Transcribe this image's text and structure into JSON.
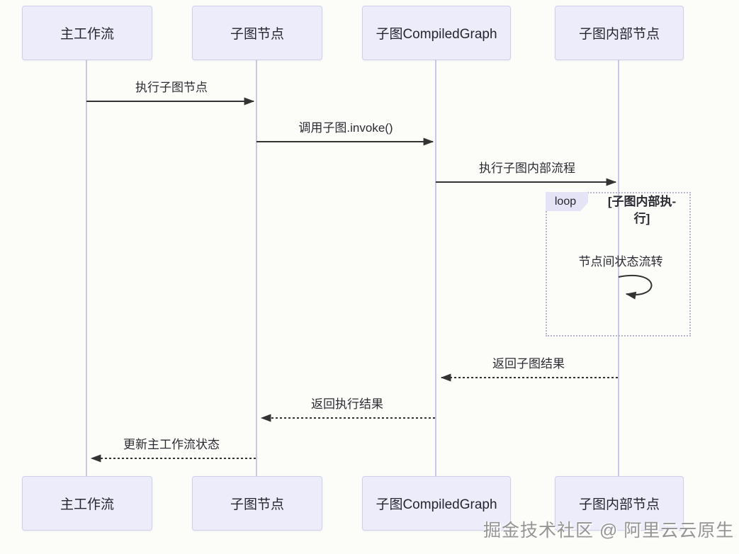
{
  "diagram": {
    "type": "sequence",
    "actors": [
      {
        "id": "main-workflow",
        "name": "主工作流"
      },
      {
        "id": "subgraph-node",
        "name": "子图节点"
      },
      {
        "id": "subgraph-compiledgraph",
        "name": "子图CompiledGraph"
      },
      {
        "id": "subgraph-internal-node",
        "name": "子图内部节点"
      }
    ],
    "messages": [
      {
        "from": "主工作流",
        "to": "子图节点",
        "label": "执行子图节点",
        "style": "solid"
      },
      {
        "from": "子图节点",
        "to": "子图CompiledGraph",
        "label": "调用子图.invoke()",
        "style": "solid"
      },
      {
        "from": "子图CompiledGraph",
        "to": "子图内部节点",
        "label": "执行子图内部流程",
        "style": "solid"
      },
      {
        "from": "子图内部节点",
        "to": "子图内部节点",
        "label": "节点间状态流转",
        "style": "self"
      },
      {
        "from": "子图内部节点",
        "to": "子图CompiledGraph",
        "label": "返回子图结果",
        "style": "dashed"
      },
      {
        "from": "子图CompiledGraph",
        "to": "子图节点",
        "label": "返回执行结果",
        "style": "dashed"
      },
      {
        "from": "子图节点",
        "to": "主工作流",
        "label": "更新主工作流状态",
        "style": "dashed"
      }
    ],
    "loop": {
      "label": "loop",
      "condition": "[子图内部执-行]",
      "condition_line1": "[子图内部执-",
      "condition_line2": "行]"
    },
    "watermark": "掘金技术社区 @ 阿里云云原生",
    "colors": {
      "actor_fill": "#ECECFB",
      "actor_border": "#CFCFEA",
      "lifeline": "#C9C9E6",
      "arrow": "#333333",
      "text": "#2B2B33",
      "loop_border": "#B5B5CE",
      "loop_label_fill": "#E4E4F6"
    }
  }
}
